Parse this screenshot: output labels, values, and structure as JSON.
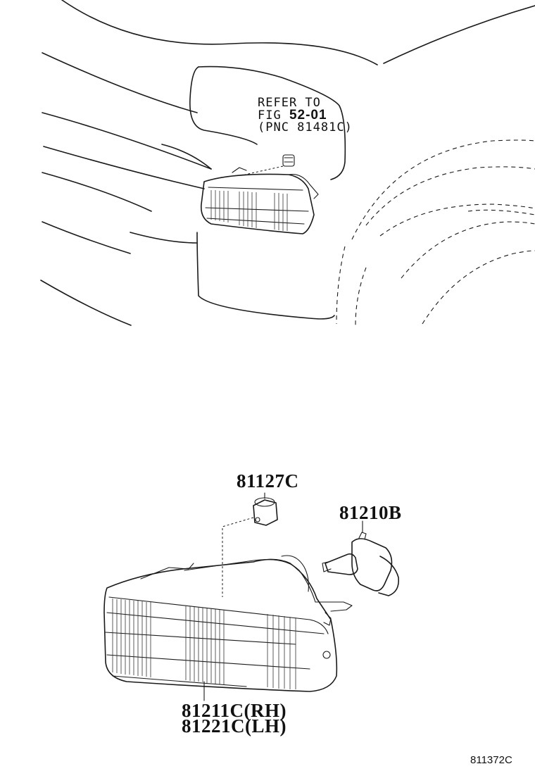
{
  "reference": {
    "line1": "REFER TO",
    "line2_prefix": "FIG",
    "line2_number": "52-01",
    "line3": "(PNC 81481C)"
  },
  "parts": {
    "socket": "81127C",
    "bulb": "81210B",
    "lamp_rh": "81211C(RH)",
    "lamp_lh": "81221C(LH)"
  },
  "diagram_id": "811372C"
}
